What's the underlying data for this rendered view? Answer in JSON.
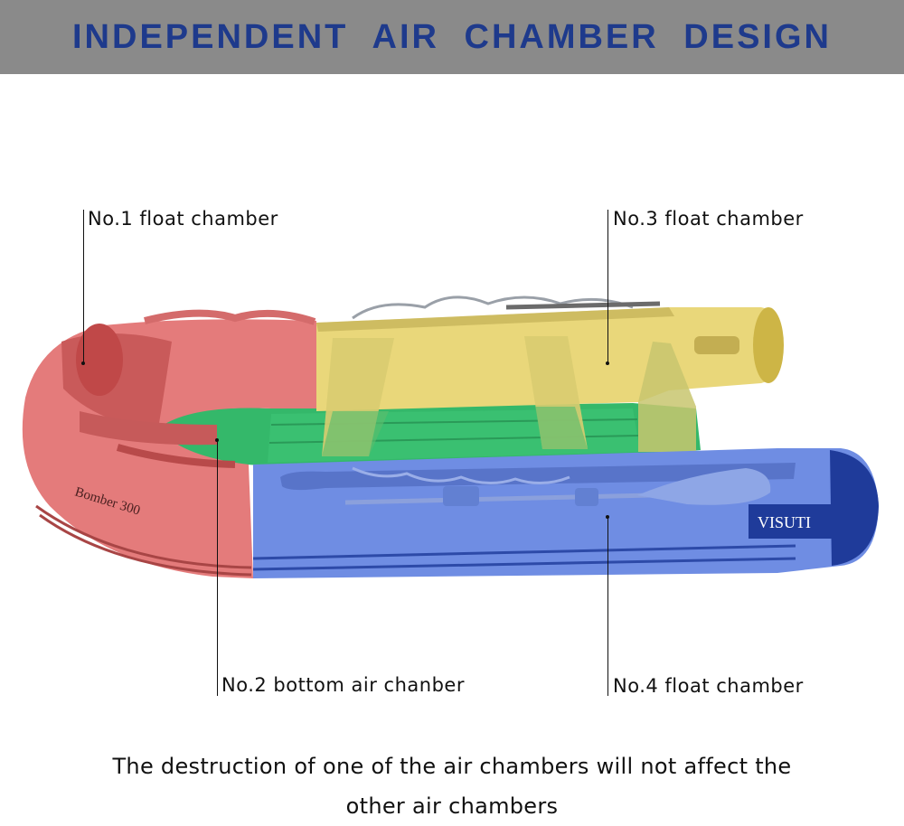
{
  "header": {
    "title": "INDEPENDENT AIR CHAMBER DESIGN"
  },
  "labels": {
    "no1": "No.1 float chamber",
    "no2": "No.2 bottom air chanber",
    "no3": "No.3 float chamber",
    "no4": "No.4 float chamber"
  },
  "boat": {
    "model_text": "Bomber 300",
    "brand_text": "VISUTI"
  },
  "caption": {
    "line1": "The destruction of one of the air chambers will not affect the",
    "line2": "other air chambers"
  },
  "colors": {
    "header_bg": "#8a8a8a",
    "title": "#1e3a8c",
    "chamber1": "#e47b7b",
    "chamber2": "#34b86a",
    "chamber3": "#e9d77a",
    "chamber4": "#6f8de3"
  }
}
